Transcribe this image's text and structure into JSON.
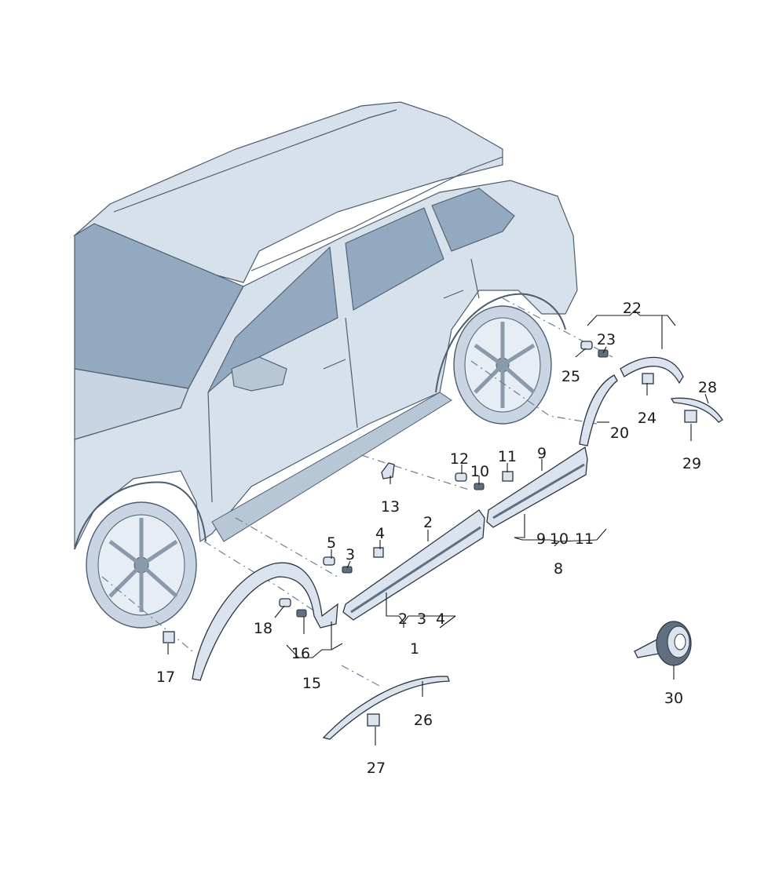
{
  "diagram": {
    "colors": {
      "body": "#d7e1ec",
      "glass": "#93a9bf",
      "shade": "#b8c7d6",
      "outline": "#4d5d6e",
      "part": "#dbe4ee",
      "part_dark": "#5f6f80"
    },
    "callouts": {
      "c1": "1",
      "c2a": "2",
      "c2b": "2",
      "c3a": "3",
      "c3b": "3",
      "c4a": "4",
      "c4b": "4",
      "c5": "5",
      "c8": "8",
      "c9a": "9",
      "c9b": "9",
      "c10a": "10",
      "c10b": "10",
      "c11a": "11",
      "c11b": "11",
      "c12": "12",
      "c13": "13",
      "c15": "15",
      "c16": "16",
      "c17": "17",
      "c18": "18",
      "c20": "20",
      "c22": "22",
      "c23": "23",
      "c24": "24",
      "c25": "25",
      "c26": "26",
      "c27": "27",
      "c28": "28",
      "c29": "29",
      "c30": "30"
    }
  }
}
